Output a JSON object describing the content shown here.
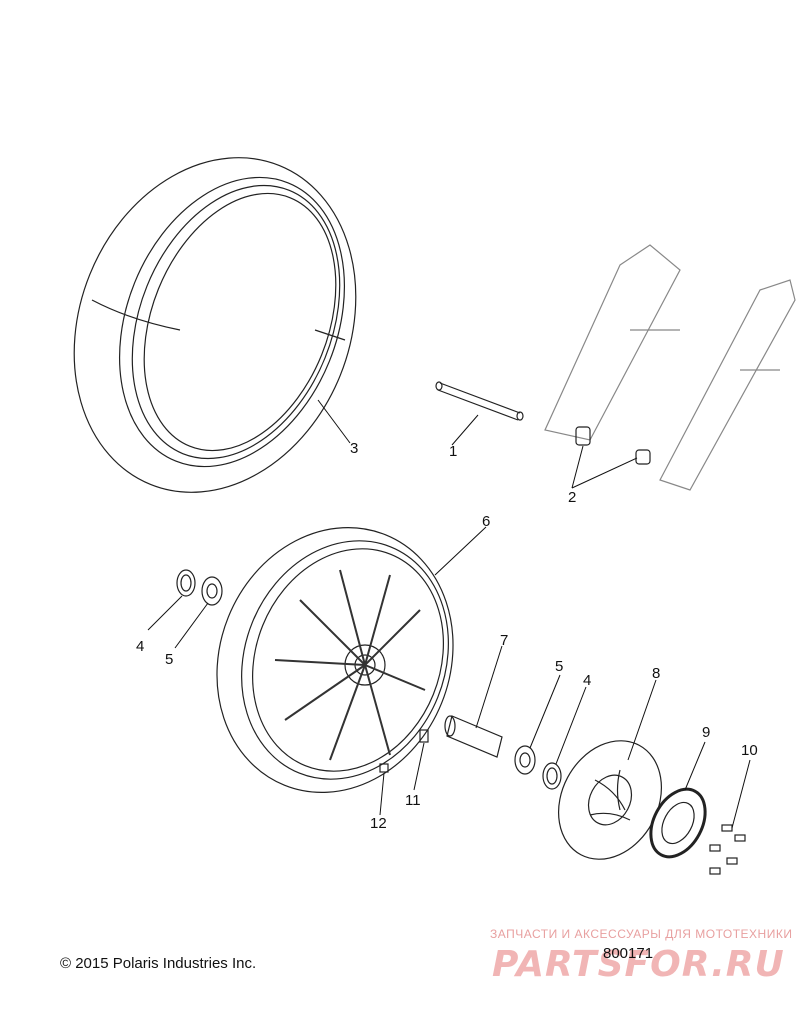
{
  "callouts": {
    "c1": "1",
    "c2": "2",
    "c3": "3",
    "c4a": "4",
    "c5a": "5",
    "c6": "6",
    "c7": "7",
    "c5b": "5",
    "c4b": "4",
    "c8": "8",
    "c9": "9",
    "c10": "10",
    "c11": "11",
    "c12": "12"
  },
  "footer": {
    "copyright": "© 2015 Polaris Industries Inc.",
    "diagram_number": "800171"
  },
  "watermark": {
    "tagline": "ЗАПЧАСТИ И АКСЕССУАРЫ ДЛЯ МОТОТЕХНИКИ",
    "logo": "PARTSFOR.RU"
  }
}
